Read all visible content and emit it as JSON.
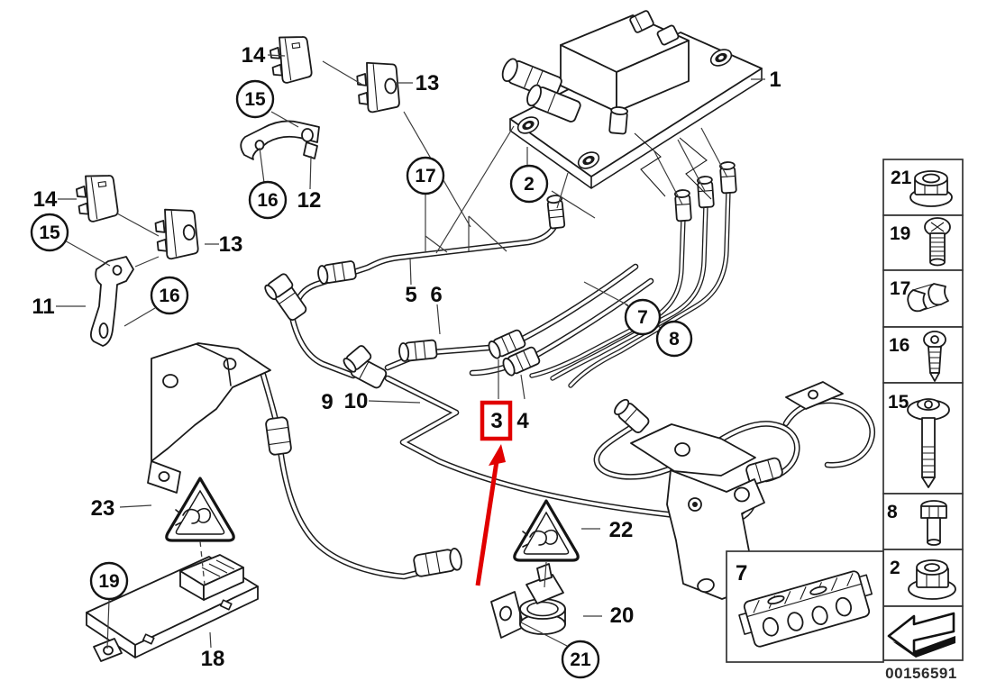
{
  "figure": {
    "kind": "exploded-parts-diagram",
    "stamp": "00156591",
    "highlight": {
      "color": "#e10000",
      "boxed_callout": "3"
    }
  },
  "callouts": {
    "plain": [
      {
        "text": "14"
      },
      {
        "text": "13"
      },
      {
        "text": "12"
      },
      {
        "text": "14"
      },
      {
        "text": "13"
      },
      {
        "text": "11"
      },
      {
        "text": "1"
      },
      {
        "text": "5"
      },
      {
        "text": "6"
      },
      {
        "text": "9"
      },
      {
        "text": "10"
      },
      {
        "text": "3"
      },
      {
        "text": "4"
      },
      {
        "text": "23"
      },
      {
        "text": "18"
      },
      {
        "text": "22"
      },
      {
        "text": "20"
      }
    ],
    "circled": [
      {
        "text": "15"
      },
      {
        "text": "16"
      },
      {
        "text": "15"
      },
      {
        "text": "16"
      },
      {
        "text": "17"
      },
      {
        "text": "2"
      },
      {
        "text": "7"
      },
      {
        "text": "8"
      },
      {
        "text": "19"
      },
      {
        "text": "21"
      }
    ]
  },
  "sidebar": {
    "items": [
      {
        "label": "21",
        "icon": "flange-nut-icon"
      },
      {
        "label": "19",
        "icon": "phillips-screw-icon"
      },
      {
        "label": "17",
        "icon": "pipe-clip-icon"
      },
      {
        "label": "16",
        "icon": "torx-screw-icon"
      },
      {
        "label": "15",
        "icon": "washer-head-screw-icon"
      },
      {
        "label": "8",
        "icon": "hex-bolt-icon"
      },
      {
        "label": "2",
        "icon": "flange-nut-icon"
      },
      {
        "label": "",
        "icon": "direction-arrow-icon"
      }
    ]
  },
  "inset": {
    "label": "7",
    "icon": "valve-body-icon"
  }
}
